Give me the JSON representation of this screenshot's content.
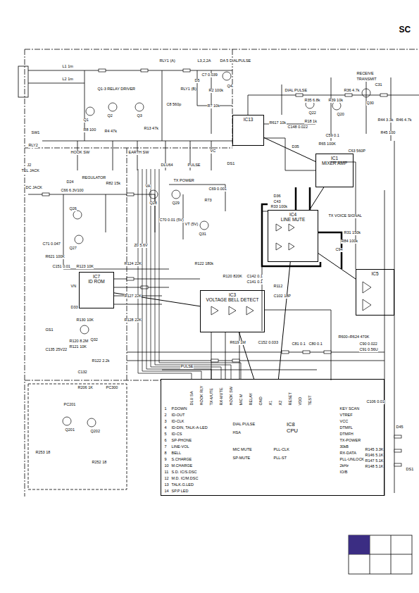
{
  "diagram": {
    "nodes": [
      {
        "text": [
          "IC13"
        ]
      },
      {
        "text": [
          "IC1",
          "MIXER AMP"
        ]
      },
      {
        "text": [
          "IC4",
          "LINE MUTE"
        ]
      },
      {
        "text": [
          "IC5"
        ]
      },
      {
        "text": [
          "IC7",
          "ID ROM"
        ]
      },
      {
        "text": [
          "IC3",
          "VOLTAGE BELL DETECT"
        ]
      },
      {
        "text": [
          "IC8",
          "CPU"
        ]
      }
    ],
    "edges": [
      {
        "from": 0,
        "to": 1,
        "arrow": "none"
      },
      {
        "from": 1,
        "to": 2,
        "arrow": "none"
      },
      {
        "from": 2,
        "to": 3,
        "arrow": "none"
      },
      {
        "from": 4,
        "to": 5,
        "arrow": "none"
      },
      {
        "from": 5,
        "to": 6,
        "arrow": "none"
      },
      {
        "from": 2,
        "to": 6,
        "arrow": "none"
      }
    ],
    "labels": [
      "SC",
      "RLY1 (A)",
      "L3,2,2A",
      "DA 5 DIALPULSE",
      "RLY1 (B)",
      "J2",
      "TEL JACK",
      "SW1",
      "RLY2",
      "L1 1m",
      "L2 1m",
      "Q1-3 RELAY DRIVER",
      "Q1",
      "Q2",
      "Q3",
      "R8 100",
      "R4 47k",
      "R13 47k",
      "C8 560p",
      "D5",
      "Q4",
      "R2 100k",
      "R7 10k",
      "C7 0.039",
      "HOOK SW",
      "EARTH SW",
      "DLU64",
      "PULSE",
      "DS1",
      "VC",
      "REGULATOR",
      "TX POWER",
      "Q28",
      "Q29",
      "VT (5V)",
      "Q31",
      "DC JACK",
      "D24",
      "C71 0.047",
      "Q26",
      "Q27",
      "R621 100K",
      "C151 0.01",
      "VA",
      "R82 15k",
      "C66 6.3V100",
      "Z0 5.6V",
      "C70 0.01 (5V)",
      "C69 0.001",
      "R73",
      "R617 10k",
      "C148 0.022",
      "R18 1k",
      "Q22",
      "Q20",
      "R39 10k",
      "R35 6.8k",
      "DIAL PULSE",
      "RECEIVE",
      "TRANSMIT",
      "R36 4.7k",
      "C31",
      "Q30",
      "R44 3.3k",
      "R45 100",
      "R46 4.7k",
      "C59 0.1",
      "R65 100K",
      "C63 560P",
      "D35",
      "TX VOICE SIGNAL",
      "R31 150k",
      "R84 100k",
      "C94",
      "C43",
      "R33 100k",
      "D36",
      "R122 180k",
      "R120 820K",
      "C142 0.1",
      "R112",
      "C102 18P",
      "C141 0.1",
      "R619 1M",
      "C152 0.033",
      "C81 0.1",
      "C80 0.1",
      "R600~R624 470K",
      "C90 0.022",
      "C91 0.56U",
      "R123 10K",
      "R124 22K",
      "R127 22K",
      "R128 22K",
      "R130 10K",
      "VN",
      "D33",
      "GS1",
      "C135 25V22",
      "R120 8.2M",
      "R121 10K",
      "Q32",
      "R122 2.2k",
      "C132",
      "R206 1K",
      "PC300",
      "Q201",
      "Q202",
      "PC201",
      "R252 18",
      "R253 18",
      "PULSE",
      "DIAL PULSE",
      "HSA",
      "MIC MUTE",
      "SP-MUTE",
      "PLL-CLK",
      "PLL-ST",
      "C106 0.01",
      "R145 3.3K",
      "R146 5.1K",
      "R147 5.1K",
      "R148 5.1K",
      "D45",
      "DS1",
      "1",
      "2",
      "3",
      "4",
      "5",
      "6",
      "7",
      "8",
      "9",
      "10",
      "11",
      "12",
      "13",
      "14",
      "P.DOWN",
      "ID-OUT",
      "ID-CLK",
      "ID-DIN, TALK-A-LED",
      "ID-CS",
      "SP-PHONE",
      "LINE-VOL",
      "BELL",
      "S.CHARGE",
      "M.CHARGE",
      "S.D. IC/S.DSC",
      "M.D. IC/M.DSC",
      "TALK.G.LED",
      "SP.P LED",
      "DLU SA",
      "HOOK RLY",
      "TX-MUTE",
      "RX-MUTE",
      "HOOK SW",
      "MIC M",
      "RELAY",
      "GND",
      "X1",
      "X2",
      "RESET",
      "VDD",
      "TEST",
      "KEY SCAN",
      "VTREF",
      "VCC",
      "DTMFL",
      "DTMFH",
      "TX-POWER",
      "30kB",
      "RX-DATA",
      "PLL-UNLOCK",
      "2kHz",
      "IO/B"
    ]
  }
}
